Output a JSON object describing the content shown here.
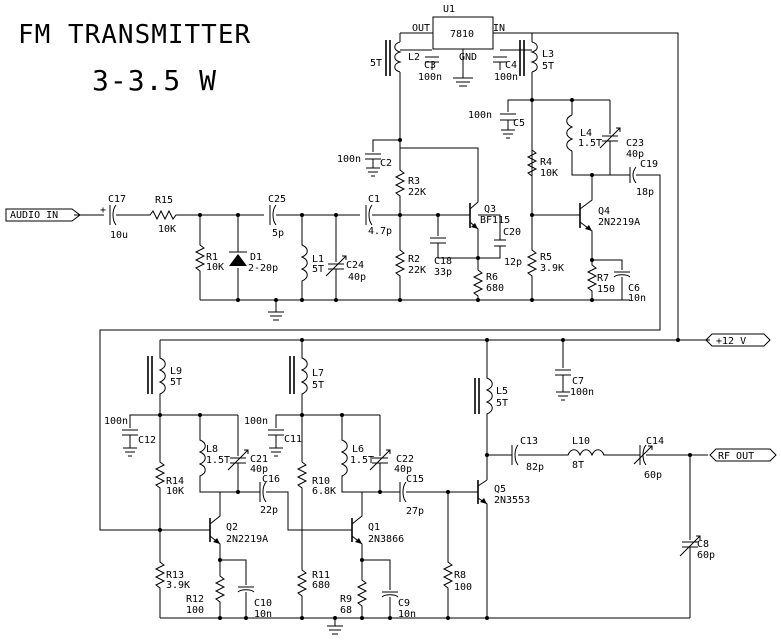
{
  "title_line1": "FM TRANSMITTER",
  "title_line2": "3-3.5 W",
  "ports": {
    "audio_in": "AUDIO IN",
    "vcc": "+12 V",
    "rf_out": "RF OUT"
  },
  "labels": {
    "U1": "U1",
    "U1_val": "7810",
    "OUT": "OUT",
    "IN": "IN",
    "GND": "GND",
    "L2": "L2",
    "L2_val": "5T",
    "L3": "L3",
    "L3_val": "5T",
    "C3": "C3",
    "C3_val": "100n",
    "C4": "C4",
    "C4_val": "100n",
    "C5": "C5",
    "C5_val": "100n",
    "C2": "C2",
    "C2_val": "100n",
    "L4": "L4",
    "L4_val": "1.5T",
    "C23": "C23",
    "C23_val": "40p",
    "C19": "C19",
    "C19_val": "18p",
    "R4": "R4",
    "R4_val": "10K",
    "R3": "R3",
    "R3_val": "22K",
    "Q3": "Q3",
    "Q3_val": "BF115",
    "Q4": "Q4",
    "Q4_val": "2N2219A",
    "C20": "C20",
    "C20_val": "12p",
    "C17": "C17",
    "C17_val": "10u",
    "plus": "+",
    "R15": "R15",
    "R15_val": "10K",
    "C25": "C25",
    "C25_val": "5p",
    "C1": "C1",
    "C1_val": "4.7p",
    "R1": "R1",
    "R1_val": "10K",
    "D1": "D1",
    "D1_val": "2-20p",
    "L1": "L1",
    "L1_val": "5T",
    "C24": "C24",
    "C24_val": "40p",
    "R2": "R2",
    "R2_val": "22K",
    "C18": "C18",
    "C18_val": "33p",
    "R6": "R6",
    "R6_val": "680",
    "R5": "R5",
    "R5_val": "3.9K",
    "R7": "R7",
    "R7_val": "150",
    "C6": "C6",
    "C6_val": "10n",
    "L9": "L9",
    "L9_val": "5T",
    "L7": "L7",
    "L7_val": "5T",
    "C7": "C7",
    "C7_val": "100n",
    "L5": "L5",
    "L5_val": "5T",
    "C12": "C12",
    "C12_val": "100n",
    "C11": "C11",
    "C11_val": "100n",
    "L8": "L8",
    "L8_val": "1.5T",
    "C21": "C21",
    "C21_val": "40p",
    "L6": "L6",
    "L6_val": "1.5T",
    "C22": "C22",
    "C22_val": "40p",
    "C13": "C13",
    "C13_val": "82p",
    "L10": "L10",
    "L10_val": "8T",
    "C14": "C14",
    "C14_val": "60p",
    "R14": "R14",
    "R14_val": "10K",
    "C16": "C16",
    "C16_val": "22p",
    "R10": "R10",
    "R10_val": "6.8K",
    "C15": "C15",
    "C15_val": "27p",
    "Q5": "Q5",
    "Q5_val": "2N3553",
    "Q2": "Q2",
    "Q2_val": "2N2219A",
    "Q1": "Q1",
    "Q1_val": "2N3866",
    "C8": "C8",
    "C8_val": "60p",
    "R13": "R13",
    "R13_val": "3.9K",
    "R12": "R12",
    "R12_val": "100",
    "C10": "C10",
    "C10_val": "10n",
    "R11": "R11",
    "R11_val": "680",
    "R9": "R9",
    "R9_val": "68",
    "C9": "C9",
    "C9_val": "10n",
    "R8": "R8",
    "R8_val": "100"
  }
}
